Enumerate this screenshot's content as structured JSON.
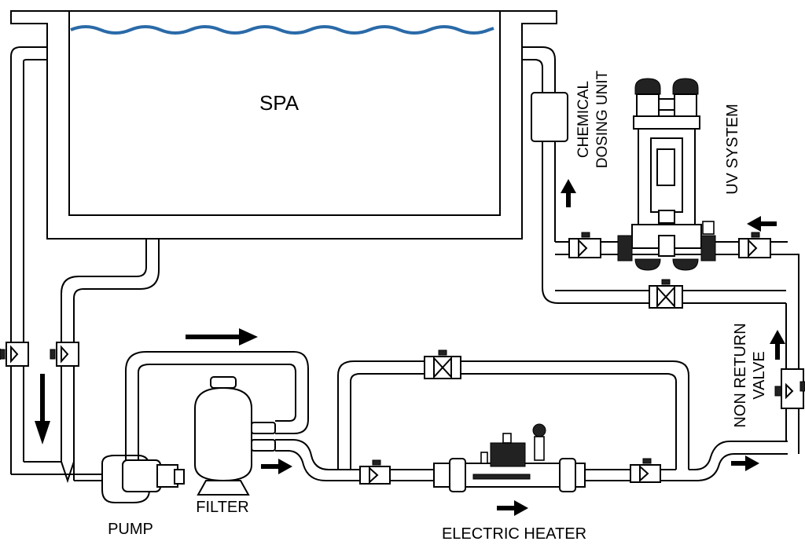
{
  "labels": {
    "spa": "SPA",
    "pump": "PUMP",
    "filter": "FILTER",
    "electric_heater": "ELECTRIC HEATER",
    "chemical_dosing_unit_line1": "CHEMICAL",
    "chemical_dosing_unit_line2": "DOSING UNIT",
    "uv_system": "UV SYSTEM",
    "non_return_valve_line1": "NON RETURN",
    "non_return_valve_line2": "VALVE"
  },
  "colors": {
    "water": "#2a6aa8",
    "lines": "#000000",
    "background": "#ffffff"
  }
}
